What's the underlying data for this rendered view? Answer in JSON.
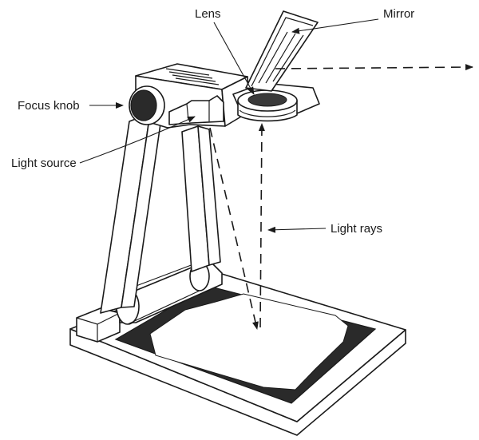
{
  "labels": {
    "lens": "Lens",
    "mirror": "Mirror",
    "focus_knob": "Focus knob",
    "light_source": "Light source",
    "light_rays": "Light rays"
  }
}
